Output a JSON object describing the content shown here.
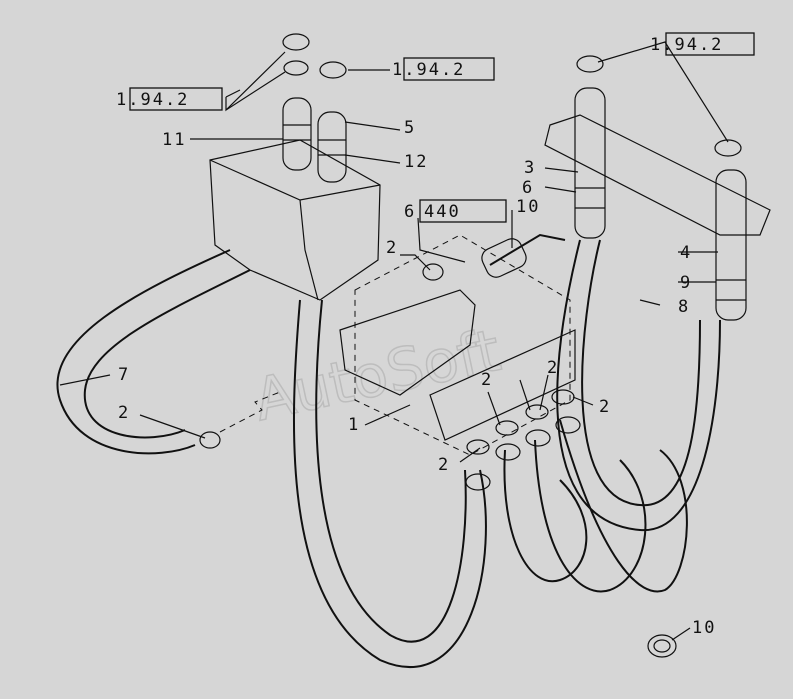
{
  "watermark": "AutoSoft",
  "refs": {
    "r1": "1.94.2",
    "r2": "1.94.2",
    "r3": "1.94.2",
    "r4": "440"
  },
  "callouts": {
    "c11": "11",
    "c5": "5",
    "c12": "12",
    "c3": "3",
    "c6a": "6",
    "c6b": "6",
    "c10a": "10",
    "c2a": "2",
    "c4": "4",
    "c9": "9",
    "c8": "8",
    "c7": "7",
    "c2b": "2",
    "c1": "1",
    "c2c": "2",
    "c2d": "2",
    "c2e": "2",
    "c2f": "2",
    "c10b": "10"
  }
}
